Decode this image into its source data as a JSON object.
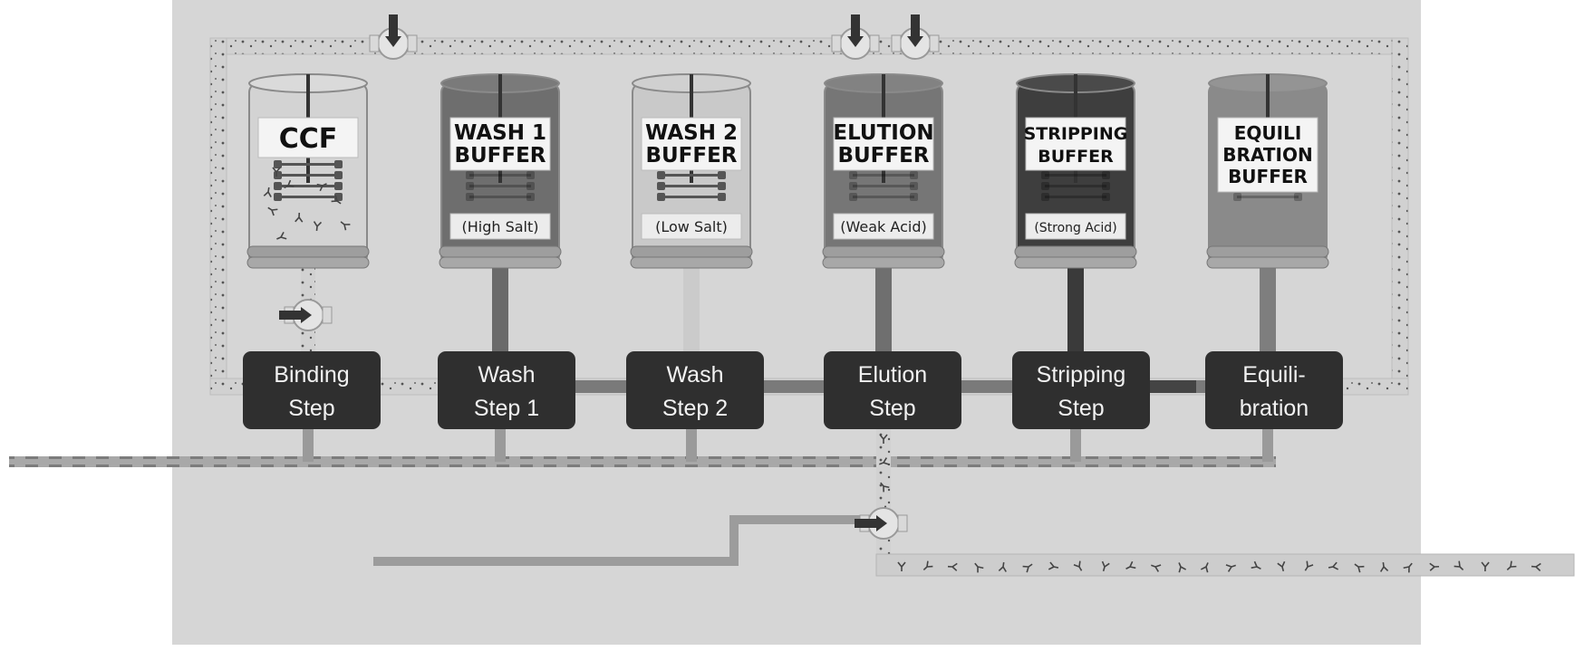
{
  "tanks": [
    {
      "lines": [
        "CCF"
      ],
      "sub": "",
      "fill": "#d3d3d3",
      "liquid": "#bdbdbd",
      "lid": "#dadada"
    },
    {
      "lines": [
        "WASH 1",
        "BUFFER"
      ],
      "sub": "(High Salt)",
      "fill": "#6e6e6e",
      "liquid": "#6e6e6e",
      "lid": "#7a7a7a"
    },
    {
      "lines": [
        "WASH 2",
        "BUFFER"
      ],
      "sub": "(Low Salt)",
      "fill": "#c9c9c9",
      "liquid": "#c9c9c9",
      "lid": "#d0d0d0"
    },
    {
      "lines": [
        "ELUTION",
        "BUFFER"
      ],
      "sub": "(Weak Acid)",
      "fill": "#767676",
      "liquid": "#767676",
      "lid": "#828282"
    },
    {
      "lines": [
        "STRIPPING",
        "BUFFER"
      ],
      "sub": "(Strong Acid)",
      "fill": "#3e3e3e",
      "liquid": "#3e3e3e",
      "lid": "#4a4a4a"
    },
    {
      "lines": [
        "EQUILI",
        "BRATION",
        "BUFFER"
      ],
      "sub": "",
      "fill": "#8a8a8a",
      "liquid": "#8a8a8a",
      "lid": "#949494"
    }
  ],
  "steps": [
    {
      "lines": [
        "Binding",
        "Step"
      ]
    },
    {
      "lines": [
        "Wash",
        "Step 1"
      ]
    },
    {
      "lines": [
        "Wash",
        "Step 2"
      ]
    },
    {
      "lines": [
        "Elution",
        "Step"
      ]
    },
    {
      "lines": [
        "Stripping",
        "Step"
      ]
    },
    {
      "lines": [
        "Equili-",
        "bration"
      ]
    }
  ],
  "icons": {
    "valve": "valve-icon",
    "antibody": "antibody-icon"
  },
  "colors": {
    "background": "#d6d6d6",
    "pipe_dotted": "#cfcfcf",
    "pipe_dark": "#5a5a5a",
    "step_box": "#2f2f2f",
    "valve_handle": "#333333"
  }
}
